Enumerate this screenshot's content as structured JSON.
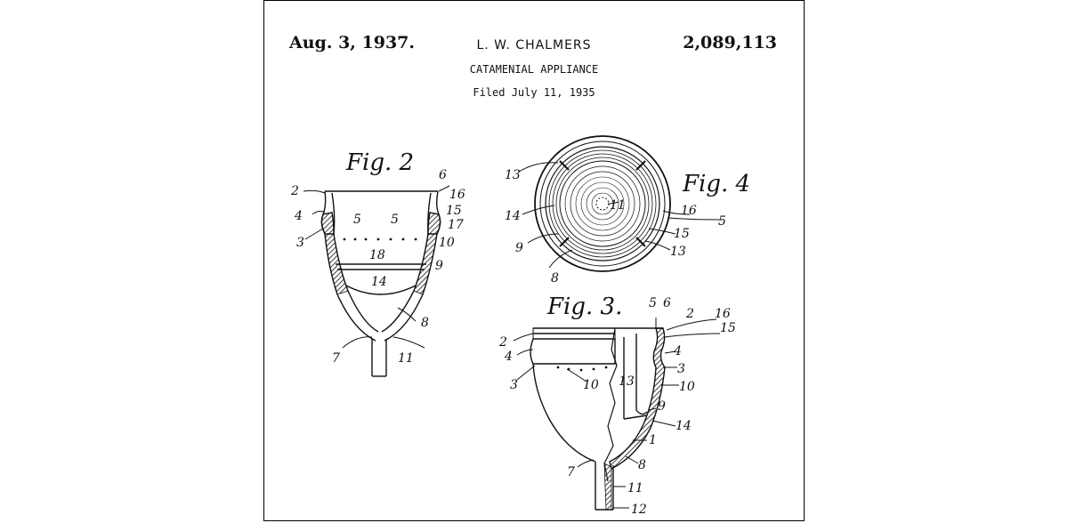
{
  "header": {
    "date": "Aug. 3, 1937.",
    "inventor": "L. W. CHALMERS",
    "title": "CATAMENIAL APPLIANCE",
    "filed": "Filed July 11, 1935",
    "patent_number": "2,089,113"
  },
  "figures": {
    "fig2": {
      "label": "Fig. 2",
      "refs": [
        "2",
        "4",
        "3",
        "5",
        "5",
        "6",
        "16",
        "15",
        "17",
        "10",
        "9",
        "18",
        "14",
        "8",
        "7",
        "11"
      ]
    },
    "fig4": {
      "label": "Fig. 4",
      "refs": [
        "13",
        "14",
        "9",
        "8",
        "11",
        "16",
        "5",
        "15",
        "13"
      ]
    },
    "fig3": {
      "label": "Fig. 3.",
      "refs": [
        "2",
        "4",
        "3",
        "10",
        "13",
        "5",
        "6",
        "2",
        "16",
        "15",
        "4",
        "3",
        "10",
        "9",
        "14",
        "1",
        "8",
        "7",
        "11",
        "12"
      ]
    }
  }
}
